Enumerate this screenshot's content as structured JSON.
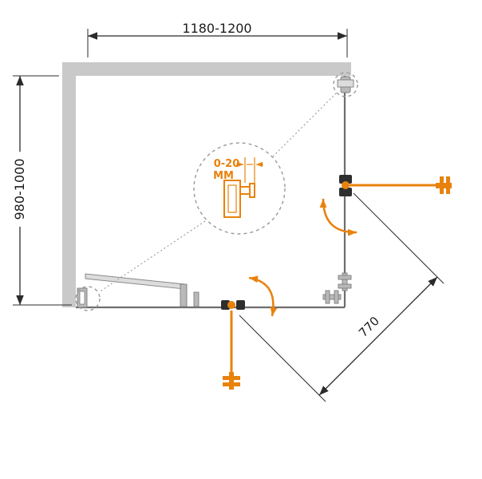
{
  "diagram": {
    "labels": {
      "width_range": "1180-1200",
      "height_range": "980-1000",
      "door_width": "770",
      "adjustment_range": "0-20",
      "adjustment_unit": "MM"
    },
    "colors": {
      "accent_orange": "#e8820d",
      "wall_gray": "#c9c9c9",
      "line_dark": "#2b2b2b",
      "glass_gray": "#6e6e6e",
      "hardware_gray": "#b9b9b9",
      "dash_gray": "#999999"
    }
  }
}
